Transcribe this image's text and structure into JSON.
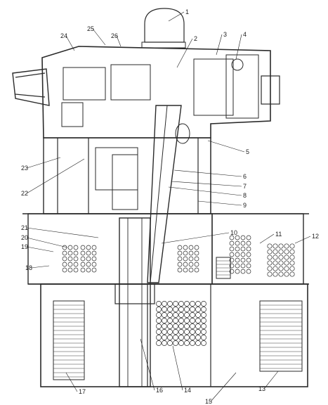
{
  "figure": {
    "callouts": [
      {
        "id": "c1",
        "text": "1"
      },
      {
        "id": "c2",
        "text": "2"
      },
      {
        "id": "c3",
        "text": "3"
      },
      {
        "id": "c4",
        "text": "4"
      },
      {
        "id": "c5",
        "text": "5"
      },
      {
        "id": "c6",
        "text": "6"
      },
      {
        "id": "c7",
        "text": "7"
      },
      {
        "id": "c8",
        "text": "8"
      },
      {
        "id": "c9",
        "text": "9"
      },
      {
        "id": "c10",
        "text": "10"
      },
      {
        "id": "c11",
        "text": "11"
      },
      {
        "id": "c12",
        "text": "12"
      },
      {
        "id": "c13",
        "text": "13"
      },
      {
        "id": "c14",
        "text": "14"
      },
      {
        "id": "c15",
        "text": "15"
      },
      {
        "id": "c16",
        "text": "16"
      },
      {
        "id": "c17",
        "text": "17"
      },
      {
        "id": "c18",
        "text": "18"
      },
      {
        "id": "c19",
        "text": "19"
      },
      {
        "id": "c20",
        "text": "20"
      },
      {
        "id": "c21",
        "text": "21"
      },
      {
        "id": "c22",
        "text": "22"
      },
      {
        "id": "c23",
        "text": "23"
      },
      {
        "id": "c24",
        "text": "24"
      },
      {
        "id": "c25",
        "text": "25"
      },
      {
        "id": "c26",
        "text": "26"
      }
    ],
    "colors": {
      "ink": "#2a2a2a",
      "paper": "#ffffff"
    }
  }
}
